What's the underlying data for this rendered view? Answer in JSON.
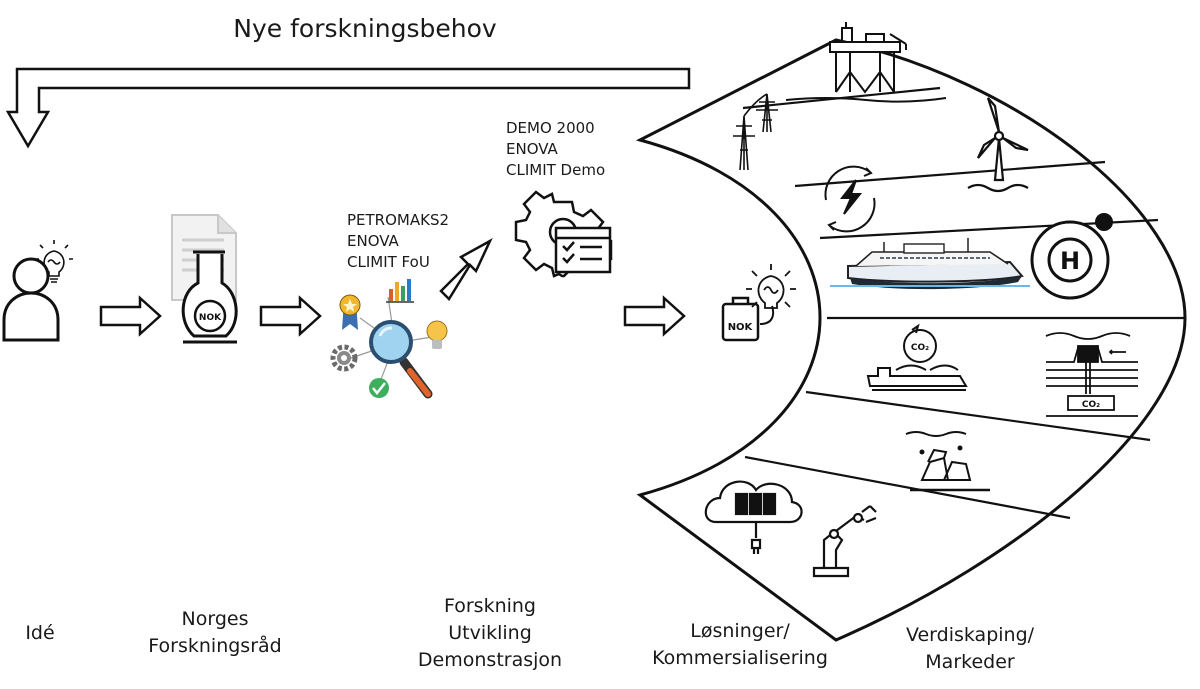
{
  "feedback_arrow": {
    "label": "Nye forskningsbehov"
  },
  "stages": [
    {
      "lines": [
        "Idé"
      ]
    },
    {
      "lines": [
        "Norges",
        "Forskningsråd"
      ]
    },
    {
      "lines": [
        "Forskning",
        "Utvikling",
        "Demonstrasjon"
      ]
    },
    {
      "lines": [
        "Løsninger/",
        "Kommersialisering"
      ]
    },
    {
      "lines": [
        "Verdiskaping/",
        "Markeder"
      ]
    }
  ],
  "programs_research": [
    "PETROMAKS2",
    "ENOVA",
    "CLIMIT FoU"
  ],
  "programs_demo": [
    "DEMO 2000",
    "ENOVA",
    "CLIMIT Demo"
  ],
  "icon_text": {
    "flask_label": "NOK",
    "briefcase_label": "NOK",
    "co2_ship_label": "CO₂",
    "co2_storage_label": "CO₂",
    "hydrogen_label": "H"
  },
  "icons": [
    "person-icon",
    "lightbulb-icon",
    "document-icon",
    "flask-icon",
    "magnifier-icon",
    "medal-icon",
    "bar-chart-icon",
    "gear-icon",
    "check-icon",
    "gear-checklist-icon",
    "briefcase-icon",
    "oil-platform-icon",
    "power-pylon-icon",
    "wind-turbine-icon",
    "energy-cycle-icon",
    "ferry-icon",
    "hydrogen-icon",
    "co2-ship-icon",
    "co2-storage-icon",
    "minerals-icon",
    "cloud-server-icon",
    "robot-arm-icon"
  ]
}
